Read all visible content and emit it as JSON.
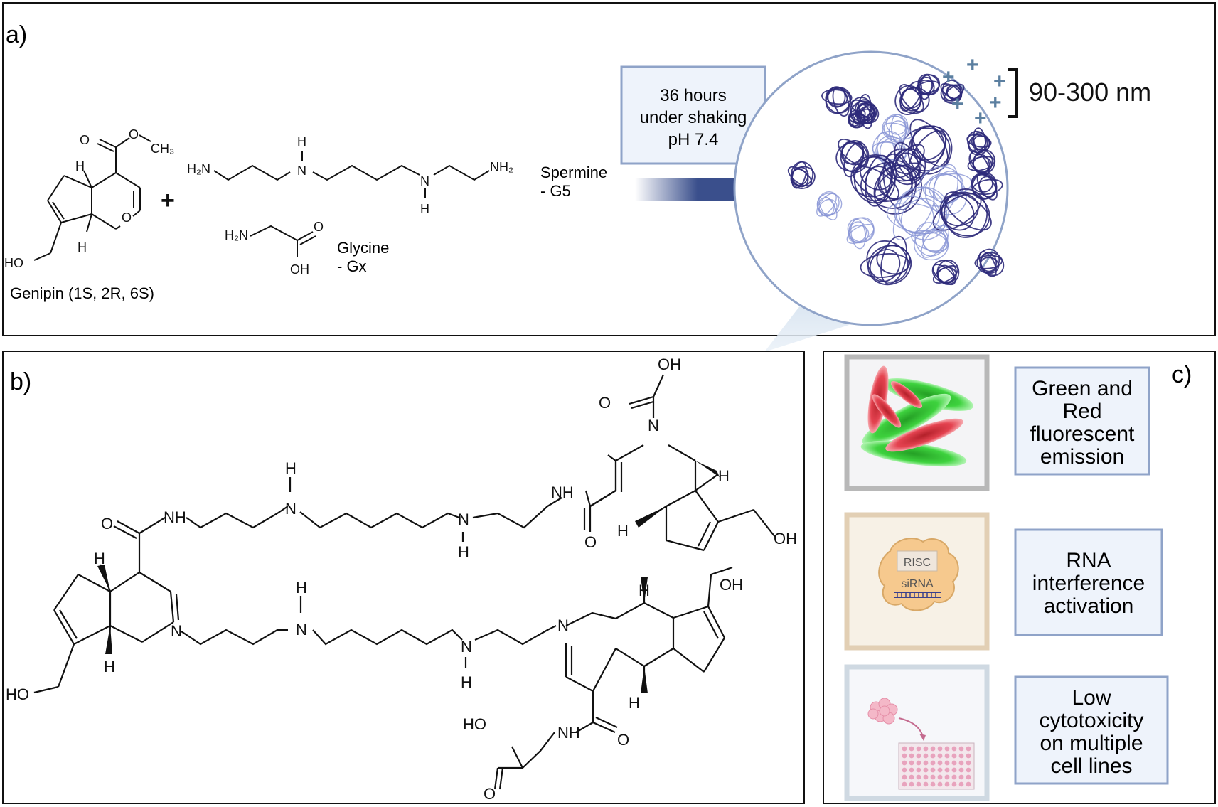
{
  "panels": {
    "a": {
      "label": "a)"
    },
    "b": {
      "label": "b)"
    },
    "c": {
      "label": "c)"
    }
  },
  "panel_a": {
    "genipin_caption": "Genipin (1S, 2R, 6S)",
    "spermine_label": "Spermine",
    "spermine_sub": "- G5",
    "glycine_label": "Glycine",
    "glycine_sub": "- Gx",
    "plus_sign": "+",
    "condition_lines": [
      "36 hours",
      "under shaking",
      "pH 7.4"
    ],
    "size_label": "90-300 nm"
  },
  "atoms": {
    "H": "H",
    "HO": "HO",
    "OH": "OH",
    "O": "O",
    "N": "N",
    "NH": "NH",
    "H2N": "H₂N",
    "NH2": "NH₂",
    "CH3": "CH₃"
  },
  "panel_c": {
    "properties": [
      {
        "lines": [
          "Green and",
          "Red",
          "fluorescent",
          "emission"
        ]
      },
      {
        "lines": [
          "RNA",
          "interference",
          "activation"
        ]
      },
      {
        "lines": [
          "Low",
          "cytotoxicity",
          "on multiple",
          "cell lines"
        ]
      }
    ],
    "risc_label": "RISC",
    "sirna_label": "siRNA"
  },
  "colors": {
    "frame": "#111111",
    "box_border": "#8fa3c8",
    "box_fill": "#eef3fb",
    "arrow": "#3a4f8c",
    "nanoparticle_dark": "#2d2a7a",
    "nanoparticle_light": "#8a96d6",
    "plus": "#5b7fa0",
    "green_cell": "#2fcc2f",
    "red_cell": "#dd3340"
  }
}
